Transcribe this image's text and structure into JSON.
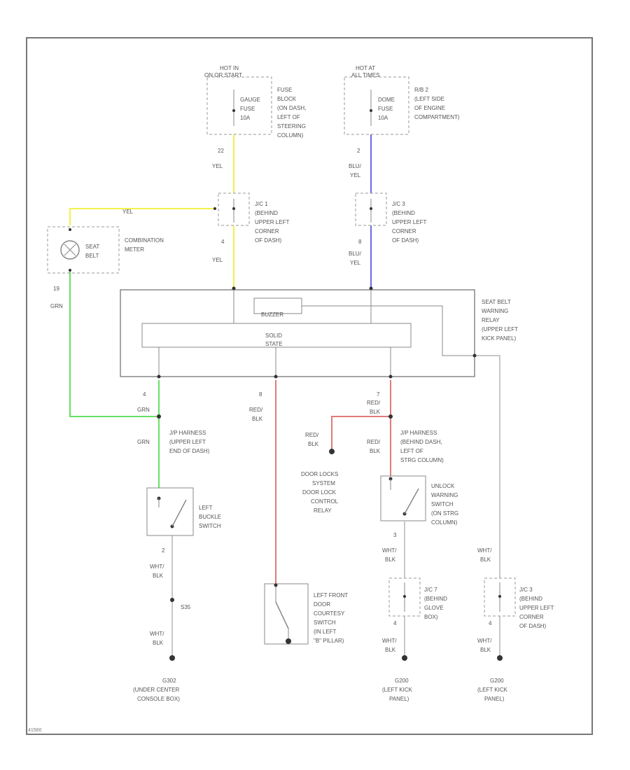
{
  "figure_code": "41560",
  "colors": {
    "yel": "#f2f24e",
    "blu": "#6a6ae8",
    "grn": "#66e066",
    "red": "#e07a7a",
    "wht": "#c8c8c8",
    "line": "#888888",
    "dash": "#9a9a9a",
    "dot": "#333333"
  },
  "power_sources": [
    {
      "hot": [
        "HOT IN",
        "ON OR START"
      ],
      "fuse": [
        "GAUGE",
        "FUSE",
        "10A"
      ],
      "location": [
        "FUSE",
        "BLOCK",
        "(ON DASH,",
        "LEFT OF",
        "STEERING",
        "COLUMN)"
      ]
    },
    {
      "hot": [
        "HOT AT",
        "ALL TIMES"
      ],
      "fuse": [
        "DOME",
        "FUSE",
        "10A"
      ],
      "location": [
        "R/B 2",
        "(LEFT SIDE",
        "OF ENGINE",
        "COMPARTMENT)"
      ]
    }
  ],
  "junction_connectors": [
    {
      "lines": [
        "J/C 1",
        "(BEHIND",
        "UPPER LEFT",
        "CORNER",
        "OF DASH)"
      ]
    },
    {
      "lines": [
        "J/C 3",
        "(BEHIND",
        "UPPER LEFT",
        "CORNER",
        "OF DASH)"
      ]
    },
    {
      "lines": [
        "J/C 7",
        "(BEHIND",
        "GLOVE",
        "BOX)"
      ]
    },
    {
      "lines": [
        "J/C 3",
        "(BEHIND",
        "UPPER LEFT",
        "CORNER",
        "OF DASH)"
      ]
    }
  ],
  "combination_meter": {
    "lines": [
      "COMBINATION",
      "METER"
    ],
    "lamp": [
      "SEAT",
      "BELT"
    ]
  },
  "relay": {
    "lines": [
      "SEAT BELT",
      "WARNING",
      "RELAY",
      "(UPPER LEFT",
      "KICK PANEL)"
    ],
    "buzzer": "BUZZER",
    "solid_state": [
      "SOLID",
      "STATE"
    ]
  },
  "wire_colors": {
    "yel": "YEL",
    "blu_yel": [
      "BLU/",
      "YEL"
    ],
    "grn": "GRN",
    "red_blk": [
      "RED/",
      "BLK"
    ],
    "wht_blk": [
      "WHT/",
      "BLK"
    ]
  },
  "pins": {
    "p22": "22",
    "p2a": "2",
    "p4a": "4",
    "p8a": "8",
    "p19": "19",
    "p4b": "4",
    "p8b": "8",
    "p7": "7",
    "p2b": "2",
    "p3": "3",
    "p4c": "4",
    "p4d": "4"
  },
  "splices": {
    "grn": [
      "J/P HARNESS",
      "(UPPER LEFT",
      "END OF DASH)"
    ],
    "red": [
      "J/P HARNESS",
      "(BEHIND DASH,",
      "LEFT OF",
      "STRG COLUMN)"
    ],
    "s_label": "S35"
  },
  "switches": {
    "buckle": [
      "LEFT",
      "BUCKLE",
      "SWITCH"
    ],
    "courtesy": [
      "LEFT FRONT",
      "DOOR",
      "COURTESY",
      "SWITCH",
      "(IN LEFT",
      "\"B\" PILLAR)"
    ],
    "unlock": [
      "UNLOCK",
      "WARNING",
      "SWITCH",
      "(ON STRG",
      "COLUMN)"
    ]
  },
  "door_lock": [
    "DOOR LOCKS",
    "SYSTEM",
    "DOOR LOCK",
    "CONTROL",
    "RELAY"
  ],
  "grounds": [
    {
      "lines": [
        "G302",
        "(UNDER CENTER",
        "CONSOLE BOX)"
      ]
    },
    {
      "lines": [
        "G200",
        "(LEFT KICK",
        "PANEL)"
      ]
    },
    {
      "lines": [
        "G200",
        "(LEFT KICK",
        "PANEL)"
      ]
    }
  ]
}
